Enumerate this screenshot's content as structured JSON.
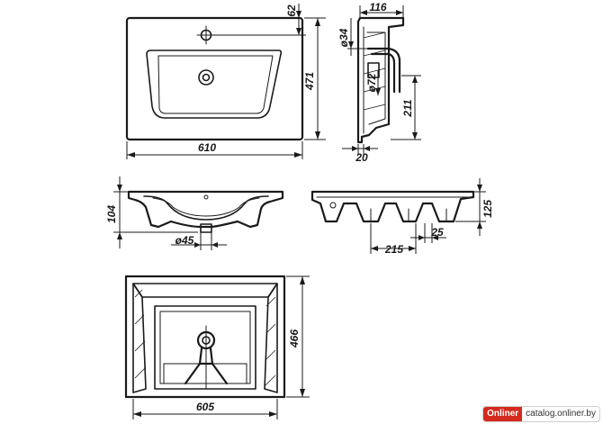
{
  "dimensions": {
    "width_610": "610",
    "depth_471": "471",
    "offset_62": "62",
    "drain_dia_34": "ø34",
    "side_116": "116",
    "side_dia_72": "ø72",
    "side_211": "211",
    "side_20": "20",
    "front_104": "104",
    "front_dia_45": "ø45",
    "profile_125": "125",
    "profile_215": "215",
    "profile_25": "25",
    "bottom_466": "466",
    "bottom_605": "605"
  },
  "watermark": {
    "logo": "Onliner",
    "text": "catalog.onliner.by"
  }
}
